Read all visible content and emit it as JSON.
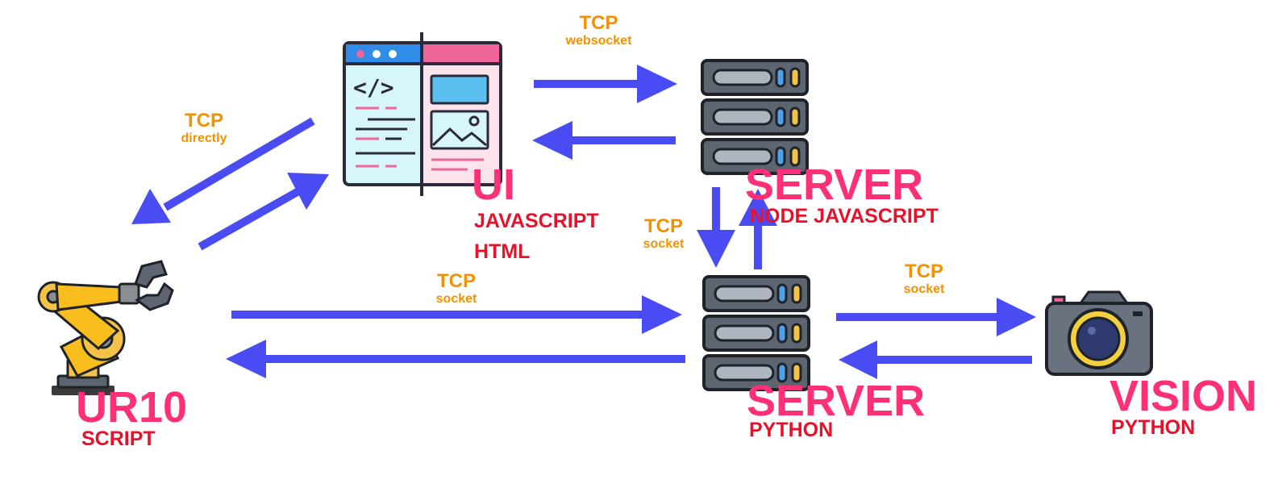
{
  "colors": {
    "arrow": "#4A4CF3",
    "tcp_label": "#F39200",
    "node_title": "#FF2F78",
    "node_lang": "#E8102A"
  },
  "nodes": {
    "ui": {
      "icon": "web-code-icon",
      "title": "UI",
      "lang_1": "JAVASCRIPT",
      "lang_2": "HTML"
    },
    "node_server": {
      "icon": "server-rack-icon",
      "title": "SERVER",
      "lang": "NODE JAVASCRIPT"
    },
    "python_server": {
      "icon": "server-rack-icon",
      "title": "SERVER",
      "lang": "PYTHON"
    },
    "robot": {
      "icon": "robot-arm-icon",
      "title": "UR10",
      "lang": "SCRIPT"
    },
    "vision": {
      "icon": "camera-icon",
      "title": "VISION",
      "lang": "PYTHON"
    }
  },
  "connections": {
    "ui_node_server": {
      "protocol": "TCP",
      "transport": "websocket"
    },
    "ui_robot": {
      "protocol": "TCP",
      "transport": "directly"
    },
    "node_python": {
      "protocol": "TCP",
      "transport": "socket"
    },
    "robot_python": {
      "protocol": "TCP",
      "transport": "socket"
    },
    "python_vision": {
      "protocol": "TCP",
      "transport": "socket"
    }
  }
}
